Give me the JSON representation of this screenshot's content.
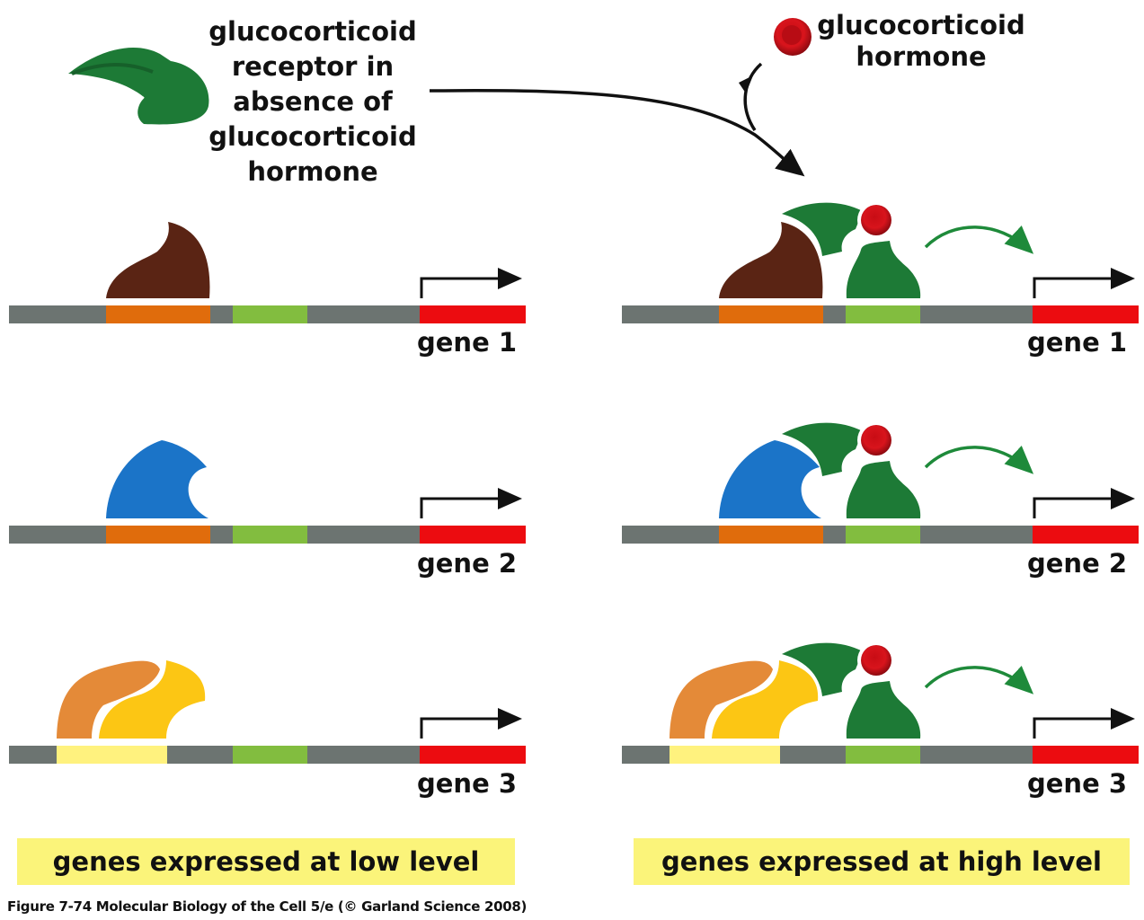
{
  "figure": {
    "receptor_label": [
      "glucocorticoid",
      "receptor in",
      "absence of",
      "glucocorticoid",
      "hormone"
    ],
    "hormone_label": [
      "glucocorticoid",
      "hormone"
    ],
    "panels": {
      "left": {
        "state": "absent hormone",
        "genes": [
          {
            "name": "gene 1",
            "regulator": "brown protein",
            "regulator_site_color": "#e06c0c"
          },
          {
            "name": "gene 2",
            "regulator": "blue protein",
            "regulator_site_color": "#e06c0c"
          },
          {
            "name": "gene 3",
            "regulator": "orange + yellow proteins",
            "regulator_site_color": "#fff27e"
          }
        ],
        "banner": "genes expressed at low level"
      },
      "right": {
        "state": "hormone bound",
        "genes": [
          {
            "name": "gene 1",
            "regulator": "brown protein + hormone-bound receptor",
            "regulator_site_color": "#e06c0c"
          },
          {
            "name": "gene 2",
            "regulator": "blue protein + hormone-bound receptor",
            "regulator_site_color": "#e06c0c"
          },
          {
            "name": "gene 3",
            "regulator": "orange + yellow proteins + hormone-bound receptor",
            "regulator_site_color": "#fff27e"
          }
        ],
        "banner": "genes expressed at high level"
      }
    },
    "colors": {
      "dna": "#6c7471",
      "response_element": "#82bd3f",
      "gene": "#ec0c10",
      "receptor": "#1d7a36",
      "hormone": "#c8101a",
      "brown_protein": "#5a2414",
      "blue_protein": "#1b74c8",
      "orange_protein": "#e48a38",
      "yellow_protein": "#fcc614",
      "banner": "#fbf47a"
    },
    "caption": "Figure 7-74  Molecular Biology of the Cell 5/e (© Garland Science 2008)"
  }
}
